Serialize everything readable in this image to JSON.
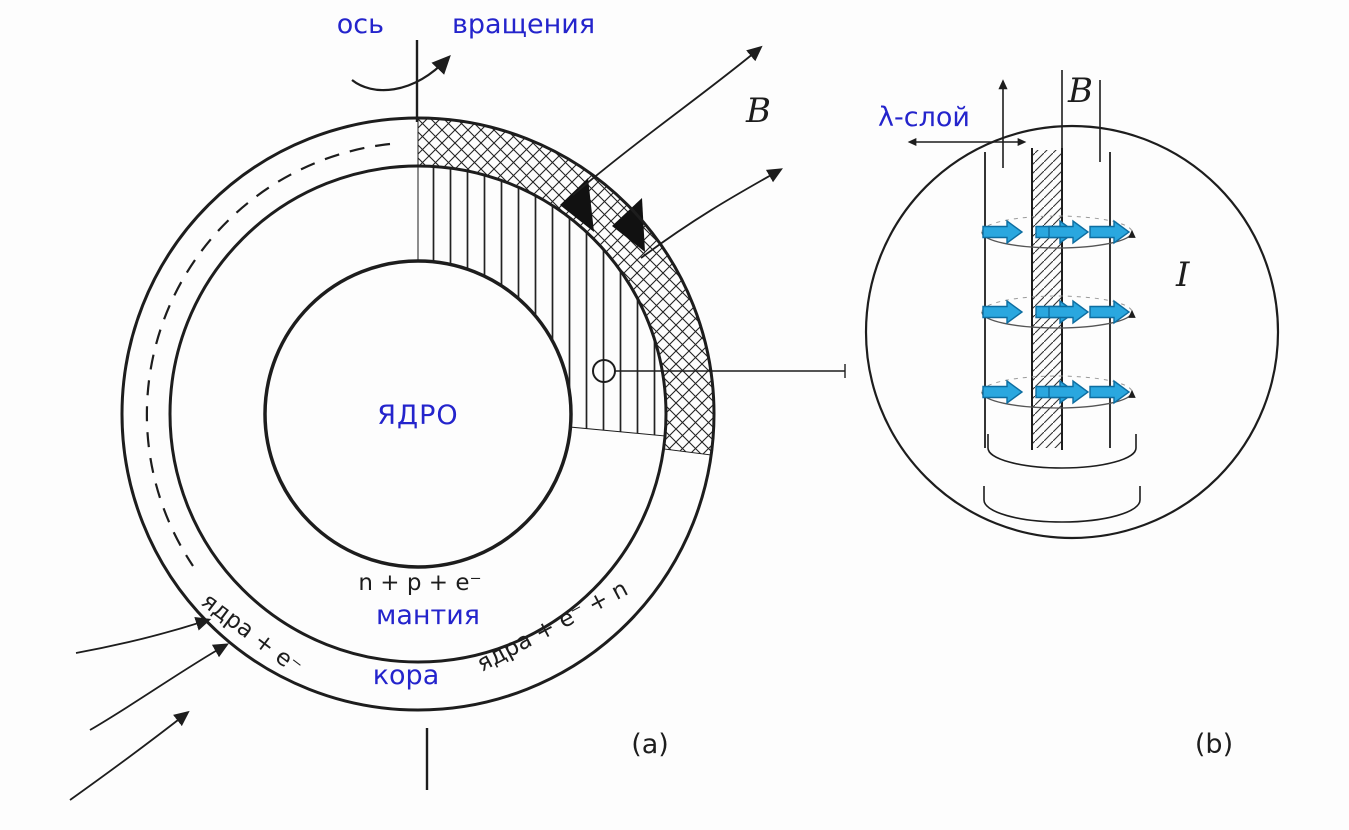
{
  "figure": {
    "background_color": "#fdfdfd",
    "ink_color": "#1d1d1d",
    "label_color": "#2424cc",
    "current_arrow_color": "#2aa7df",
    "panel_a": {
      "caption": "(a)",
      "rotation_axis_label_left": "ось",
      "rotation_axis_label_right": "вращения",
      "magnetic_field_label": "B",
      "core_label": "ЯДРО",
      "mantle_formula": "n + p + e⁻",
      "mantle_label": "мантия",
      "crust_label": "кора",
      "outer_crust_formula": "ядра + e⁻",
      "inner_crust_formula": "ядра + e⁻ + n"
    },
    "panel_b": {
      "caption": "(b)",
      "lambda_layer_label": "λ-слой",
      "magnetic_field_label": "B",
      "current_label": "I"
    }
  }
}
